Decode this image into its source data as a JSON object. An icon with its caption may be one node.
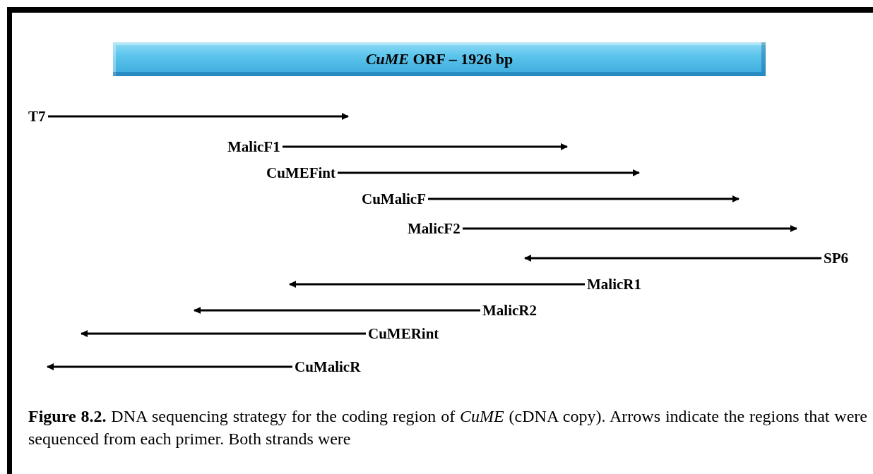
{
  "diagram": {
    "caption": "**Figure 8.2.**  DNA sequencing strategy for the coding region of *CuME* (cDNA copy). Arrows indicate the regions that were sequenced from each primer. Both strands were",
    "nodes": [
      {
        "text": [
          "*CuME* ORF – 1926 bp"
        ]
      },
      {
        "text": [
          "T7"
        ]
      },
      {
        "text": [
          "MalicF1"
        ]
      },
      {
        "text": [
          "CuMEFint"
        ]
      },
      {
        "text": [
          "CuMalicF"
        ]
      },
      {
        "text": [
          "MalicF2"
        ]
      },
      {
        "text": [
          "SP6"
        ]
      },
      {
        "text": [
          "MalicR1"
        ]
      },
      {
        "text": [
          "MalicR2"
        ]
      },
      {
        "text": [
          "CuMERint"
        ]
      },
      {
        "text": [
          "CuMalicR"
        ]
      }
    ],
    "edges": [
      {
        "from": 1,
        "to": null,
        "arrow": "to"
      },
      {
        "from": 2,
        "to": null,
        "arrow": "to"
      },
      {
        "from": 3,
        "to": null,
        "arrow": "to"
      },
      {
        "from": 4,
        "to": null,
        "arrow": "to"
      },
      {
        "from": 5,
        "to": null,
        "arrow": "to"
      },
      {
        "from": 6,
        "to": null,
        "arrow": "to"
      },
      {
        "from": 7,
        "to": null,
        "arrow": "to"
      },
      {
        "from": 8,
        "to": null,
        "arrow": "to"
      },
      {
        "from": 9,
        "to": null,
        "arrow": "to"
      },
      {
        "from": 10,
        "to": null,
        "arrow": "to"
      }
    ]
  }
}
